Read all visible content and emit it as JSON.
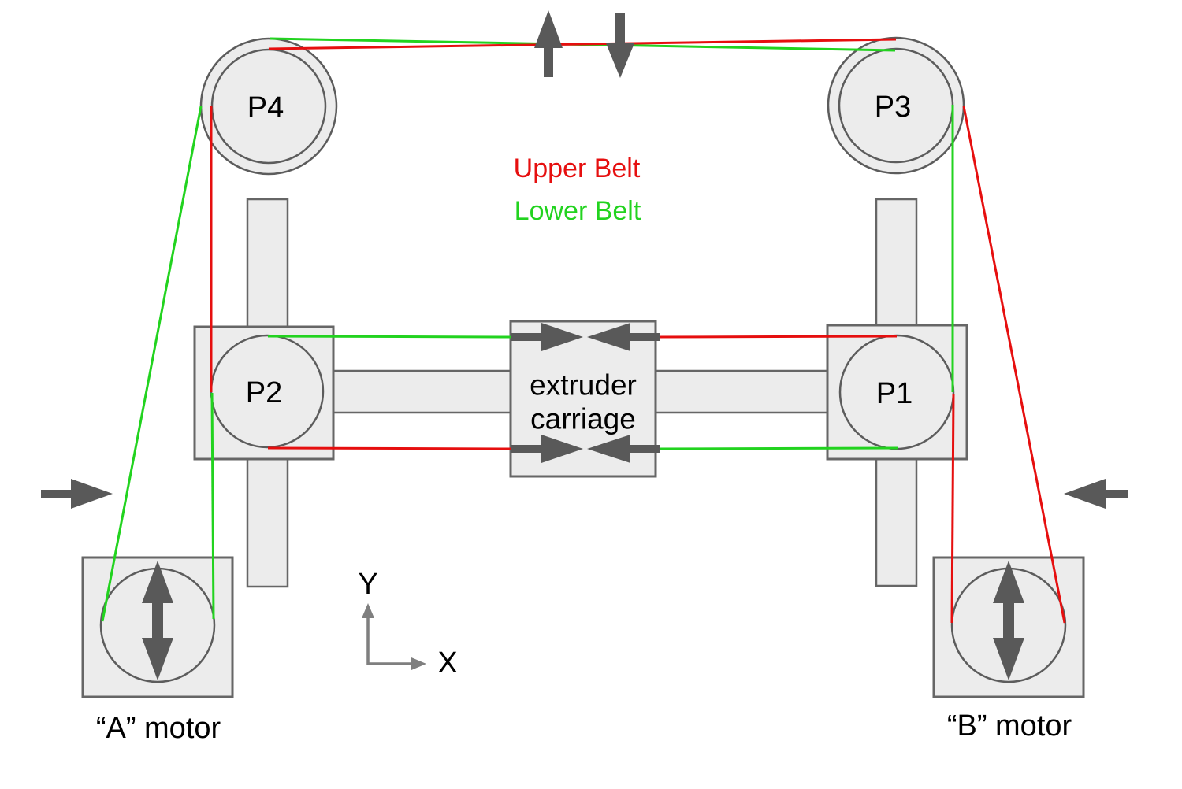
{
  "belts": {
    "upper": {
      "label": "Upper Belt",
      "color": "#e60f0f"
    },
    "lower": {
      "label": "Lower Belt",
      "color": "#22d31f"
    }
  },
  "pulleys": {
    "p1": {
      "label": "P1"
    },
    "p2": {
      "label": "P2"
    },
    "p3": {
      "label": "P3"
    },
    "p4": {
      "label": "P4"
    }
  },
  "carriage": {
    "label_line1": "extruder",
    "label_line2": "carriage"
  },
  "motors": {
    "a": {
      "label": "“A” motor"
    },
    "b": {
      "label": "“B” motor"
    }
  },
  "axes": {
    "x_label": "X",
    "y_label": "Y"
  },
  "icons": {
    "belt_motion_up": "thick-up-arrow",
    "belt_motion_down": "thick-down-arrow",
    "frame_left_inward": "thick-right-arrow",
    "frame_right_inward": "thick-left-arrow",
    "motor_rotation": "double-vertical-arrow",
    "carriage_grip": "inward-facing-arrows"
  },
  "colors": {
    "component_fill": "#ececec",
    "component_stroke": "#666666",
    "dark_arrow": "#595959",
    "axis_gray": "#7f7f7f",
    "text": "#000000"
  }
}
